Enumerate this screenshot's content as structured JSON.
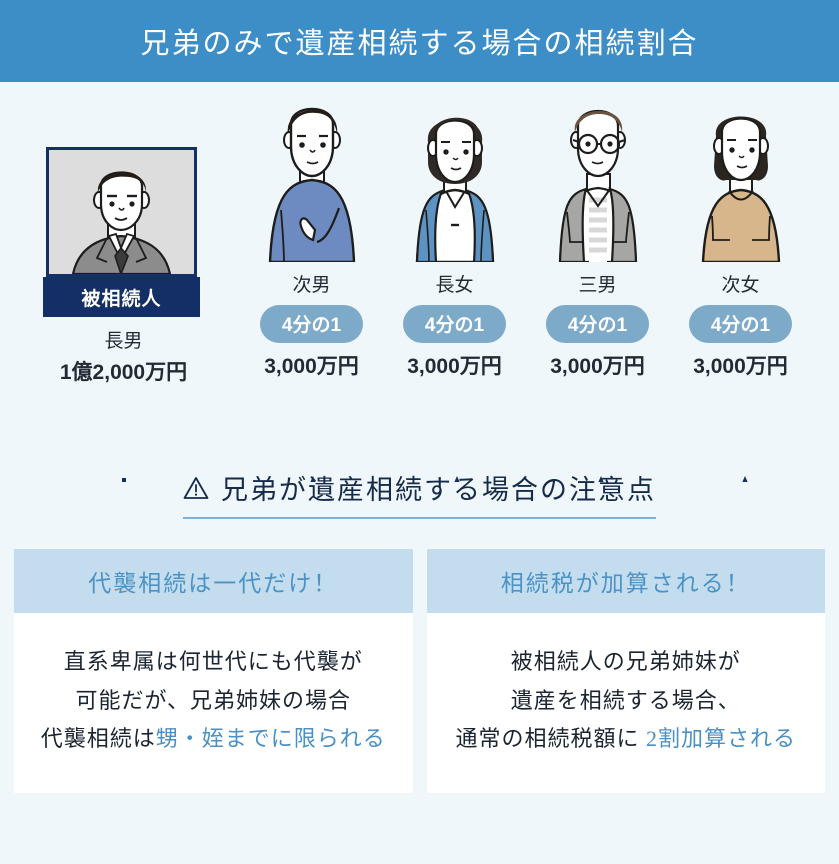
{
  "header": {
    "title": "兄弟のみで遺産相続する場合の相続割合"
  },
  "diagram": {
    "deceased": {
      "badge": "被相続人",
      "role": "長男",
      "amount": "1億2,000万円",
      "avatar_icon": "man-in-suit-avatar"
    },
    "heirs": [
      {
        "name": "次男",
        "share": "4分の1",
        "amount": "3,000万円",
        "avatar_icon": "man-thinking-avatar"
      },
      {
        "name": "長女",
        "share": "4分の1",
        "amount": "3,000万円",
        "avatar_icon": "woman-cardigan-avatar"
      },
      {
        "name": "三男",
        "share": "4分の1",
        "amount": "3,000万円",
        "avatar_icon": "man-glasses-avatar"
      },
      {
        "name": "次女",
        "share": "4分の1",
        "amount": "3,000万円",
        "avatar_icon": "woman-ponytail-avatar"
      }
    ]
  },
  "notes": {
    "heading": "兄弟が遺産相続する場合の注意点",
    "heading_icon": "warning-triangle-icon",
    "cards": [
      {
        "title": "代襲相続は一代だけ！",
        "line1": "直系卑属は何世代にも代襲が",
        "line2": "可能だが、兄弟姉妹の場合",
        "line3_plain": "代襲相続は",
        "line3_highlight": "甥・姪までに限られる"
      },
      {
        "title": "相続税が加算される！",
        "line1": "被相続人の兄弟姉妹が",
        "line2": "遺産を相続する場合、",
        "line3_plain": "通常の相続税額に ",
        "line3_highlight": "2割加算される"
      }
    ]
  },
  "colors": {
    "header_bg": "#3d8dc7",
    "page_bg": "#eff7fb",
    "navy": "#132f66",
    "pill": "#7eaac9",
    "card_head_bg": "#c4ddee",
    "highlight": "#4a90c4"
  }
}
